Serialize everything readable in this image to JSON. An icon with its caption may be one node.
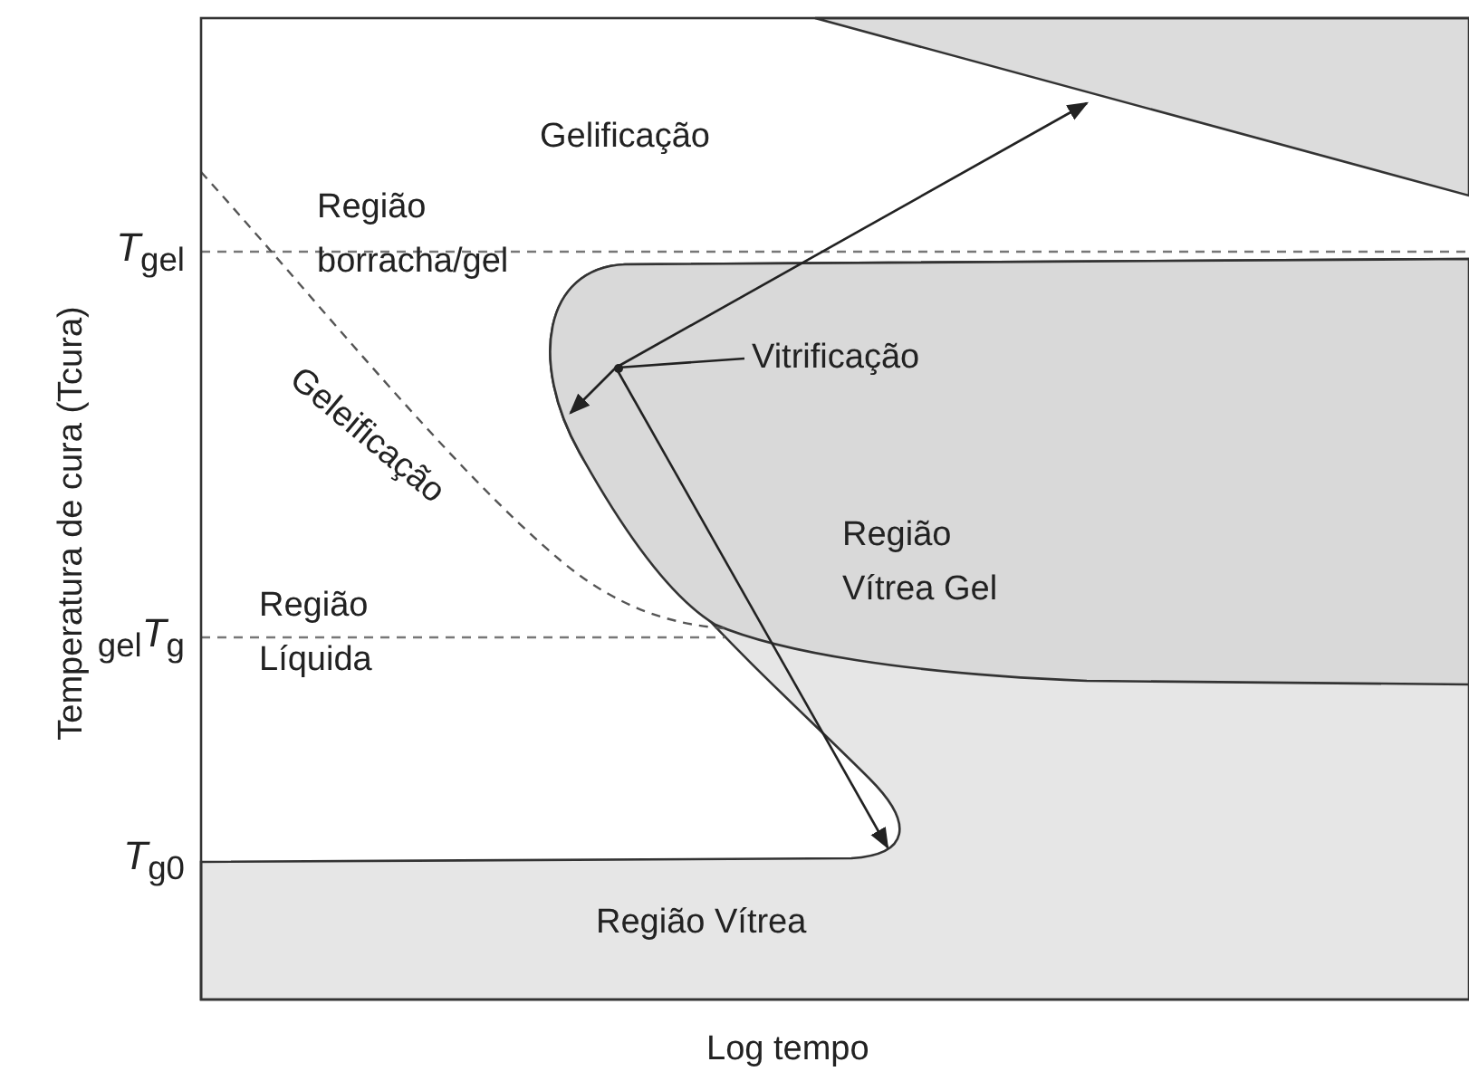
{
  "diagram": {
    "nodes": [
      {
        "text": [
          "Vitrificação"
        ]
      },
      {
        "text": [],
        "shape": "point"
      }
    ],
    "edges": [
      {
        "from": 0,
        "to": 1,
        "arrow": "none"
      }
    ],
    "labels": [
      "Gelificação",
      "*T*$_{gel}$",
      "Região borracha/gel",
      "Geleificação",
      "Temperatura de cura (Tcura)",
      "Região Vítrea Gel",
      "$_{gel}$*T*$_{g}$",
      "Região Líquida",
      "*T*$_{g0}$",
      "Região Vítrea",
      "Log tempo"
    ]
  }
}
